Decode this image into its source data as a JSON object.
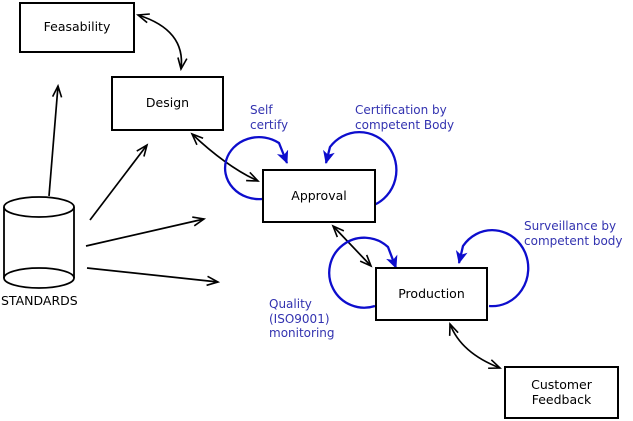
{
  "diagram": {
    "nodes": {
      "feasability": {
        "label": "Feasability",
        "shape": "rectangle"
      },
      "design": {
        "label": "Design",
        "shape": "rectangle"
      },
      "approval": {
        "label": "Approval",
        "shape": "rectangle"
      },
      "production": {
        "label": "Production",
        "shape": "rectangle"
      },
      "customer_feedback": {
        "label": "Customer\nFeedback",
        "shape": "rectangle"
      },
      "standards": {
        "label": "STANDARDS",
        "shape": "cylinder"
      }
    },
    "annotations": {
      "self_certify": {
        "label": "Self\ncertify"
      },
      "certification": {
        "label": "Certification by\ncompetent Body"
      },
      "quality": {
        "label": "Quality\n(ISO9001)\nmonitoring"
      },
      "surveillance": {
        "label": "Surveillance by\ncompetent body"
      }
    },
    "edges": [
      {
        "from": "feasability",
        "to": "design",
        "bidirectional": true
      },
      {
        "from": "design",
        "to": "approval",
        "bidirectional": true
      },
      {
        "from": "approval",
        "to": "production",
        "bidirectional": true
      },
      {
        "from": "production",
        "to": "customer_feedback",
        "bidirectional": true
      },
      {
        "from": "standards",
        "to": "feasability",
        "bidirectional": false
      },
      {
        "from": "standards",
        "to": "design",
        "bidirectional": false
      },
      {
        "from": "standards",
        "to": "approval",
        "bidirectional": false
      },
      {
        "from": "standards",
        "to": "production",
        "bidirectional": false
      },
      {
        "node": "approval",
        "type": "self-loop",
        "annotation": "self_certify"
      },
      {
        "node": "approval",
        "type": "self-loop",
        "annotation": "certification"
      },
      {
        "node": "production",
        "type": "self-loop",
        "annotation": "quality"
      },
      {
        "node": "production",
        "type": "self-loop",
        "annotation": "surveillance"
      }
    ],
    "colors": {
      "line": "#000000",
      "accent_line": "#0d0dcd",
      "accent_text": "#3333b0",
      "background": "#ffffff"
    }
  }
}
